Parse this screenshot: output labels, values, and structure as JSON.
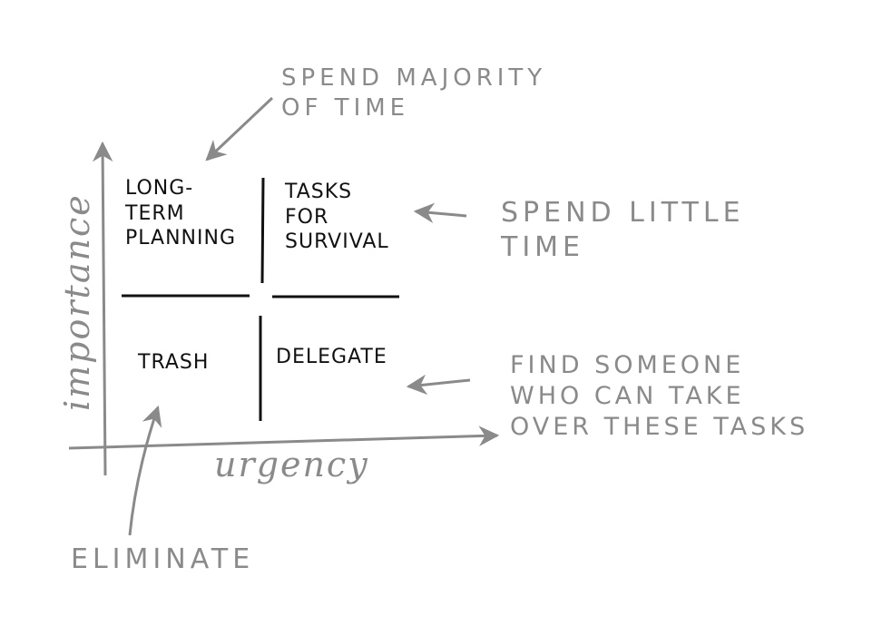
{
  "diagram": {
    "axes": {
      "x_label": "urgency",
      "y_label": "importance"
    },
    "quadrants": {
      "top_left": "LONG-\nTERM\nPLANNING",
      "top_right": "TASKS\nFOR\nSURVIVAL",
      "bottom_left": "TRASH",
      "bottom_right": "DELEGATE"
    },
    "annotations": {
      "top_left_note": "SPEND MAJORITY\nOF TIME",
      "top_right_note": "SPEND LITTLE\nTIME",
      "bottom_right_note": "FIND SOMEONE\nWHO CAN TAKE\nOVER THESE TASKS",
      "bottom_left_note": "ELIMINATE"
    },
    "colors": {
      "ink_black": "#111111",
      "ink_grey": "#8a8a8a",
      "background": "#ffffff"
    }
  }
}
